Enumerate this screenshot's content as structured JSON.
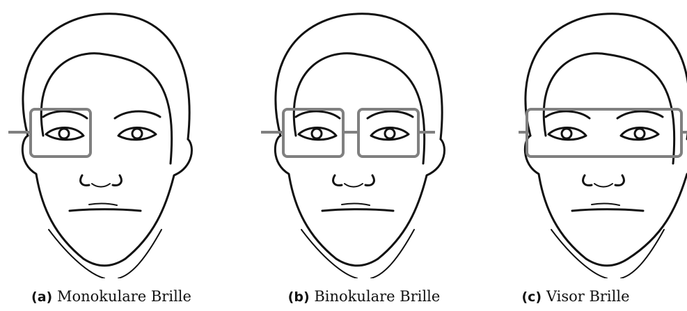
{
  "panels": [
    {
      "id": "a",
      "tag": "(a)",
      "text": "Monokulare Brille",
      "glasses": "monocular"
    },
    {
      "id": "b",
      "tag": "(b)",
      "text": "Binokulare Brille",
      "glasses": "binocular"
    },
    {
      "id": "c",
      "tag": "(c)",
      "text": "Visor Brille",
      "glasses": "visor"
    }
  ],
  "colors": {
    "outline": "#111111",
    "frame": "#808080"
  }
}
